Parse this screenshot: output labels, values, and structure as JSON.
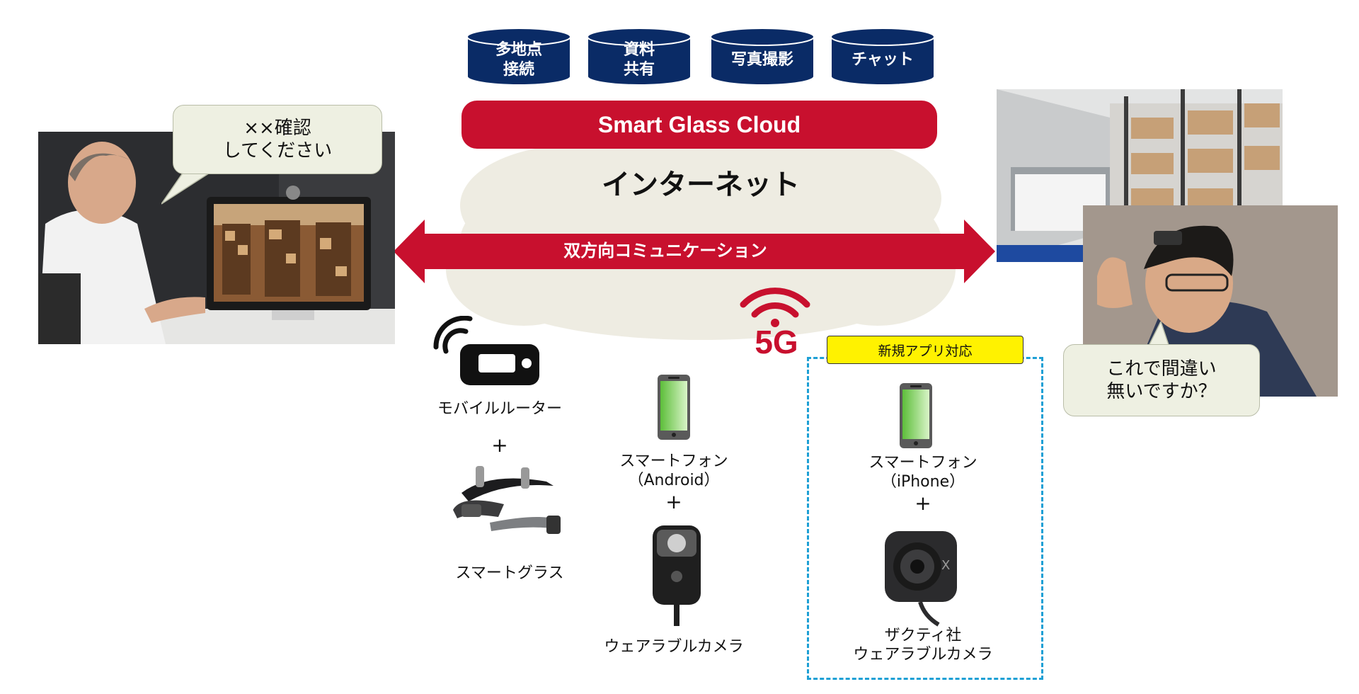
{
  "features": [
    {
      "label": "多地点\n接続"
    },
    {
      "label": "資料\n共有"
    },
    {
      "label": "写真撮影"
    },
    {
      "label": "チャット"
    }
  ],
  "cloud": {
    "service_name": "Smart Glass Cloud",
    "network_label": "インターネット",
    "arrow_label": "双方向コミュニケーション",
    "network_badge": "5G"
  },
  "left_person": {
    "speech": "××確認\nしてください"
  },
  "right_person": {
    "speech": "これで間違い\n無いですか？"
  },
  "devices": {
    "router_label": "モバイルルーター",
    "plus": "+",
    "glasses_label": "スマートグラス",
    "android_label": "スマートフォン\n（Android）",
    "wearable_label": "ウェアラブルカメラ",
    "new_app_badge": "新規アプリ対応",
    "iphone_label": "スマートフォン\n（iPhone）",
    "xacti_label": "ザクティ社\nウェアラブルカメラ"
  },
  "colors": {
    "navy": "#0a2b66",
    "red": "#c8102e",
    "cloud": "#eeece2",
    "badge_yellow": "#fff200",
    "dash_blue": "#1ea0d5"
  }
}
